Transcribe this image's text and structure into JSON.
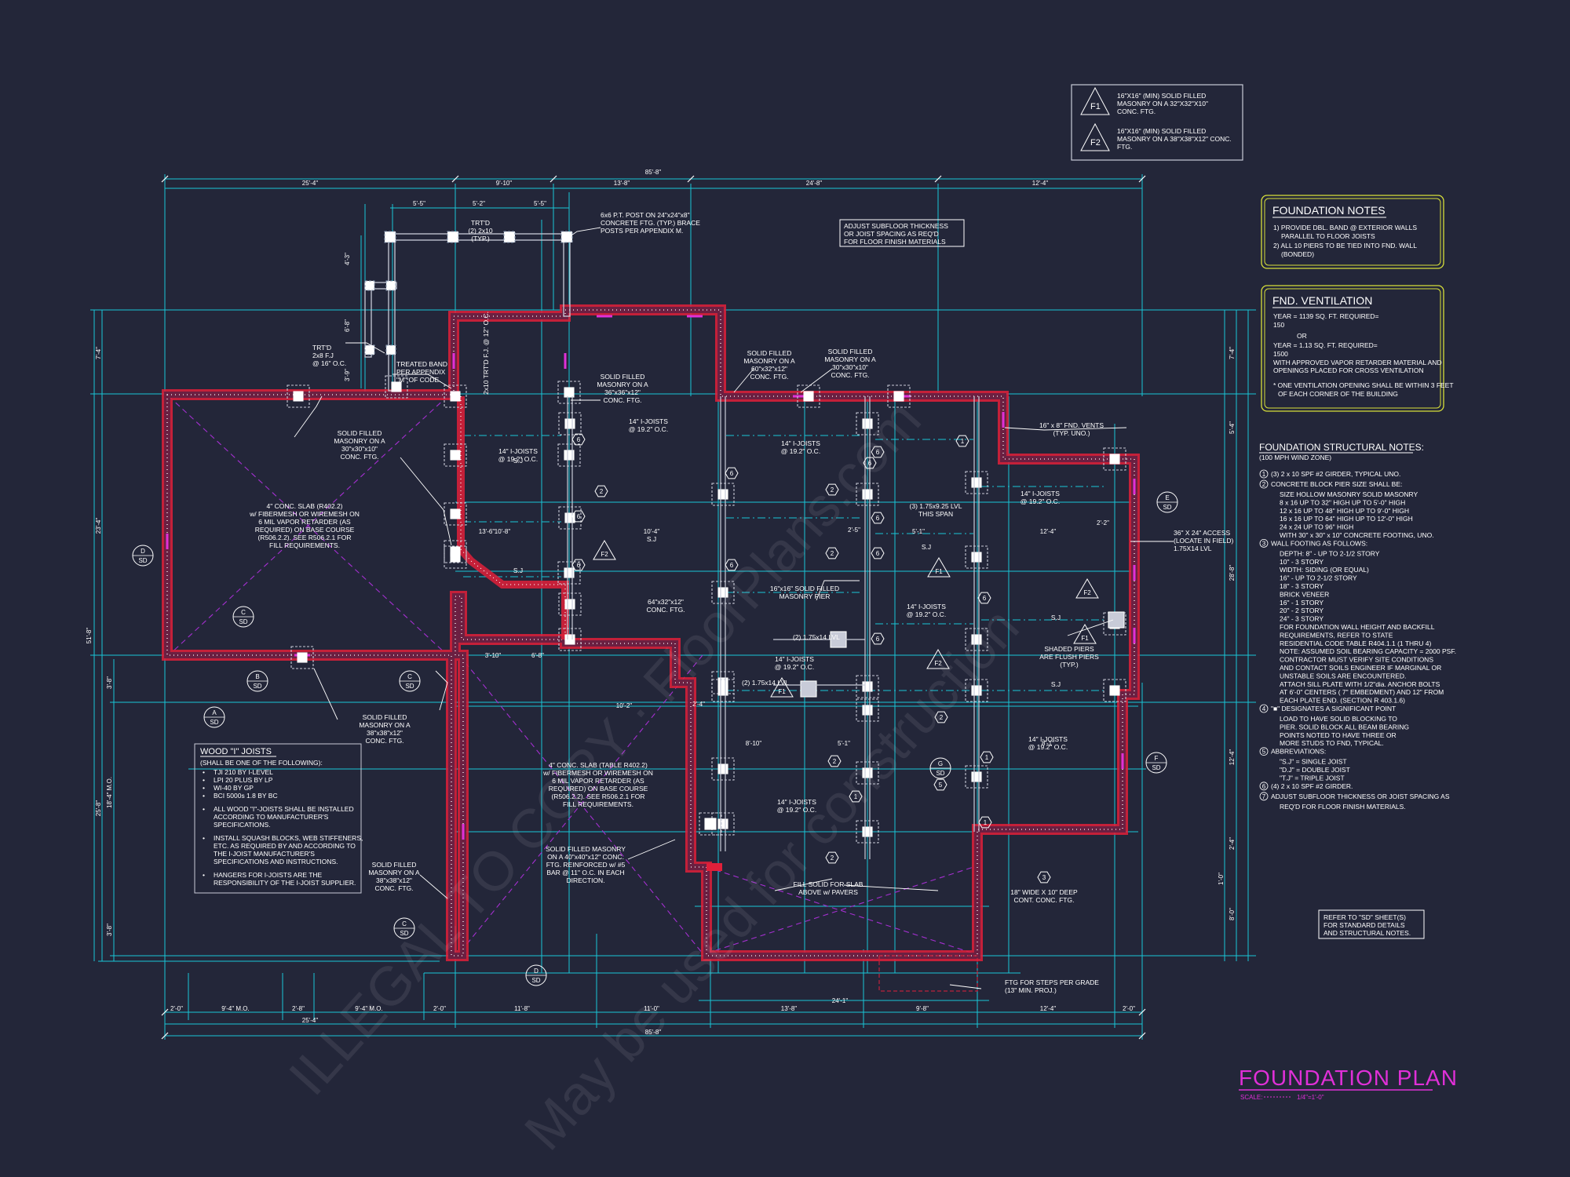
{
  "colors": {
    "background": "#232639",
    "dimension_lines": "#18c6d6",
    "foundation_walls": "#e0203a",
    "title": "#e030d8",
    "note_box_border": "#d8e03a",
    "text": "#ffffff"
  },
  "title": {
    "main": "FOUNDATION PLAN",
    "scale_label": "SCALE:",
    "scale_value": "1/4\"=1'-0\""
  },
  "footing_legend": [
    {
      "tag": "F1",
      "text_lines": [
        "16\"X16\" (MIN) SOLID FILLED",
        "MASONRY ON A 32\"X32\"X10\"",
        "CONC. FTG."
      ]
    },
    {
      "tag": "F2",
      "text_lines": [
        "16\"X16\" (MIN) SOLID FILLED",
        "MASONRY ON A 38\"X38\"X12\" CONC.",
        "FTG."
      ]
    }
  ],
  "foundation_notes": {
    "heading": "FOUNDATION NOTES",
    "lines": [
      "1) PROVIDE DBL. BAND @ EXTERIOR WALLS",
      "PARALLEL TO FLOOR JOISTS",
      "2) ALL 10 PIERS TO BE TIED INTO FND. WALL",
      "(BONDED)"
    ]
  },
  "fnd_ventilation": {
    "heading": "FND. VENTILATION",
    "lines": [
      "YEAR = 1139 SQ. FT. REQUIRED=",
      "150",
      "OR",
      "YEAR = 1.13 SQ. FT. REQUIRED=",
      "1500",
      "WITH APPROVED VAPOR RETARDER MATERIAL AND",
      "OPENINGS PLACED FOR CROSS VENTILATION",
      "* ONE VENTILATION OPENING SHALL BE WITHIN 3 FEET",
      "OF EACH CORNER OF THE BUILDING"
    ]
  },
  "structural_notes": {
    "heading": "FOUNDATION STRUCTURAL NOTES:",
    "subheading": "(100 MPH WIND ZONE)",
    "items": [
      [
        "1",
        "(3) 2 x 10 SPF #2 GIRDER, TYPICAL UNO."
      ],
      [
        "2",
        "CONCRETE BLOCK PIER SIZE SHALL BE:"
      ],
      [
        "",
        "SIZE    HOLLOW MASONRY    SOLID MASONRY"
      ],
      [
        "",
        "8 x 16    UP TO 32\" HIGH    UP TO 5'-0\" HIGH"
      ],
      [
        "",
        "12 x 16   UP TO 48\" HIGH    UP TO 9'-0\" HIGH"
      ],
      [
        "",
        "16 x 16   UP TO 64\" HIGH    UP TO 12'-0\" HIGH"
      ],
      [
        "",
        "24 x 24   UP TO 96\" HIGH"
      ],
      [
        "",
        "WITH 30\" x 30\" x 10\" CONCRETE FOOTING, UNO."
      ],
      [
        "3",
        "WALL FOOTING AS FOLLOWS:"
      ],
      [
        "",
        "DEPTH: 8\" - UP TO 2-1/2 STORY"
      ],
      [
        "",
        "10\" - 3 STORY"
      ],
      [
        "",
        "WIDTH: SIDING (OR EQUAL)"
      ],
      [
        "",
        "16\" - UP TO 2-1/2 STORY"
      ],
      [
        "",
        "18\" - 3 STORY"
      ],
      [
        "",
        "BRICK VENEER"
      ],
      [
        "",
        "16\" - 1 STORY"
      ],
      [
        "",
        "20\" - 2 STORY"
      ],
      [
        "",
        "24\" - 3 STORY"
      ],
      [
        "",
        "FOR FOUNDATION WALL HEIGHT AND BACKFILL"
      ],
      [
        "",
        "REQUIREMENTS, REFER TO STATE"
      ],
      [
        "",
        "RESIDENTIAL CODE TABLE R404.1.1 (1 THRU 4)"
      ],
      [
        "",
        "NOTE: ASSUMED SOIL BEARING CAPACITY = 2000 PSF."
      ],
      [
        "",
        "CONTRACTOR MUST VERIFY SITE CONDITIONS"
      ],
      [
        "",
        "AND CONTACT SOILS ENGINEER IF MARGINAL OR"
      ],
      [
        "",
        "UNSTABLE SOILS ARE ENCOUNTERED."
      ],
      [
        "",
        "ATTACH SILL PLATE WITH 1/2\"dia. ANCHOR BOLTS"
      ],
      [
        "",
        "AT 6'-0\" CENTERS ( 7\" EMBEDMENT) AND 12\" FROM"
      ],
      [
        "",
        "EACH PLATE END. (SECTION R 403.1.6)"
      ],
      [
        "4",
        "\"■\" DESIGNATES A SIGNIFICANT POINT"
      ],
      [
        "",
        "LOAD TO HAVE SOLID BLOCKING TO"
      ],
      [
        "",
        "PIER. SOLID BLOCK ALL BEAM BEARING"
      ],
      [
        "",
        "POINTS NOTED TO HAVE THREE OR"
      ],
      [
        "",
        "MORE STUDS TO FND, TYPICAL."
      ],
      [
        "5",
        "ABBREVIATIONS:"
      ],
      [
        "",
        "\"S.J\" = SINGLE JOIST"
      ],
      [
        "",
        "\"D.J\" = DOUBLE JOIST"
      ],
      [
        "",
        "\"T.J\" = TRIPLE JOIST"
      ],
      [
        "6",
        "(4) 2 x 10 SPF #2 GIRDER."
      ],
      [
        "7",
        "ADJUST SUBFLOOR THICKNESS OR JOIST SPACING AS"
      ],
      [
        "",
        "REQ'D FOR FLOOR FINISH MATERIALS."
      ]
    ]
  },
  "refer_note": [
    "REFER TO \"SD\" SHEET(S)",
    "FOR STANDARD DETAILS",
    "AND STRUCTURAL NOTES."
  ],
  "wood_joists": {
    "heading": "WOOD \"I\" JOISTS",
    "subheading": "(SHALL BE ONE OF THE FOLLOWING):",
    "bullets": [
      "TJI 210 BY I-LEVEL",
      "LPI 20 PLUS BY LP",
      "WI-40 BY GP",
      "BCI 5000s 1.8 BY BC"
    ],
    "notes": [
      [
        "ALL WOOD \"I\"-JOISTS SHALL BE INSTALLED",
        "ACCORDING TO MANUFACTURER'S",
        "SPECIFICATIONS."
      ],
      [
        "INSTALL SQUASH BLOCKS, WEB STIFFENERS,",
        "ETC. AS REQUIRED BY AND ACCORDING TO",
        "THE I-JOIST MANUFACTURER'S",
        "SPECIFICATIONS AND INSTRUCTIONS."
      ],
      [
        "HANGERS FOR I-JOISTS ARE THE",
        "RESPONSIBILITY OF THE I-JOIST SUPPLIER."
      ]
    ]
  },
  "dimensions": {
    "overall_top": "85'-8\"",
    "top_segments": [
      "25'-4\"",
      "9'-10\"",
      "13'-8\"",
      "24'-8\"",
      "12'-4\""
    ],
    "overall_bottom": "85'-8\"",
    "bottom_segments": [
      "2'-0\"",
      "9'-4\" M.O.",
      "2'-8\"",
      "9'-4\" M.O.",
      "2'-0\"",
      "11'-8\"",
      "11'-0\"",
      "13'-8\"",
      "9'-8\"",
      "12'-4\"",
      "2'-0\""
    ],
    "bottom_sub": [
      "25'-4\"",
      "24'-1\""
    ],
    "left": [
      "7'-4\"",
      "23'-4\"",
      "51'-8\"",
      "3'-8\"",
      "25'-8\"",
      "18'-4\" M.O.",
      "3'-8\""
    ],
    "right": [
      "7'-4\"",
      "5'-4\"",
      "28'-8\"",
      "12'-4\"",
      "2'-4\"",
      "1'-0\"",
      "8'-0\""
    ],
    "porch": [
      "5'-5\"",
      "5'-2\"",
      "5'-5\"",
      "4'-3\"",
      "6'-8\"",
      "3'-9\""
    ]
  },
  "labels": {
    "adjust_subfloor": [
      "ADJUST SUBFLOOR THICKNESS",
      "OR JOIST SPACING AS REQ'D",
      "FOR FLOOR FINISH MATERIALS"
    ],
    "post_note": [
      "6x6 P.T. POST ON 24\"x24\"x8\"",
      "CONCRETE FTG. (TYP.) BRACE",
      "POSTS PER APPENDIX M."
    ],
    "trtd_2x10": [
      "TRT'D",
      "(2) 2x10",
      "(TYP.)"
    ],
    "trtd_2x8": [
      "TRT'D",
      "2x8 F.J",
      "@ 16\" O.C."
    ],
    "trtd_2x10_fj": "2x10 TRT'D F.J. @ 12\" O.C.",
    "treated_band": [
      "TREATED BAND",
      "PER APPENDIX",
      "\"M\" OF CODE."
    ],
    "masonry_30": [
      "SOLID FILLED",
      "MASONRY ON A",
      "30\"x30\"x10\"",
      "CONC. FTG."
    ],
    "masonry_36": [
      "SOLID FILLED",
      "MASONRY ON A",
      "36\"x36\"x12\"",
      "CONC. FTG."
    ],
    "masonry_60": [
      "SOLID FILLED",
      "MASONRY ON A",
      "60\"x32\"x12\"",
      "CONC. FTG."
    ],
    "masonry_30b": [
      "SOLID FILLED",
      "MASONRY ON A",
      "30\"x30\"x10\"",
      "CONC. FTG."
    ],
    "slab_left": [
      "4\" CONC. SLAB (R402.2)",
      "w/ FIBERMESH OR WIREMESH ON",
      "6 MIL VAPOR RETARDER (AS",
      "REQUIRED) ON BASE COURSE",
      "(R506.2.2). SEE R506.2.1 FOR",
      "FILL REQUIREMENTS."
    ],
    "slab_center": [
      "4\" CONC. SLAB (TABLE R402.2)",
      "w/ FIBERMESH OR WIREMESH ON",
      "6 MIL VAPOR RETARDER (AS",
      "REQUIRED) ON BASE COURSE",
      "(R506.2.2). SEE R506.2.1 FOR",
      "FILL REQUIREMENTS."
    ],
    "masonry_38": [
      "SOLID FILLED",
      "MASONRY ON A",
      "38\"x38\"x12\"",
      "CONC. FTG."
    ],
    "masonry_38b": [
      "SOLID FILLED",
      "MASONRY ON A",
      "38\"x38\"x12\"",
      "CONC. FTG."
    ],
    "masonry_40": [
      "SOLID FILLED MASONRY",
      "ON A 40\"x40\"x12\" CONC.",
      "FTG. REINFORCED w/ #5",
      "BAR @ 11\" O.C. IN EACH",
      "DIRECTION."
    ],
    "joists_14_192a": [
      "14\" I-JOISTS",
      "@ 19.2\" O.C."
    ],
    "joists_14_192b": [
      "14\" I-JOISTS",
      "@ 19.2\" O.C."
    ],
    "joists_14_192c": [
      "14\" I-JOISTS",
      "@ 19.2\" O.C."
    ],
    "joists_14_192d": [
      "14\" I-JOISTS",
      "@ 19.2\" O.C."
    ],
    "joists_14_192e": [
      "14\" I-JOISTS",
      "@ 19.2\" O.C."
    ],
    "joists_14_192f": [
      "14\" I-JOISTS",
      "@ 19.2\" O.C."
    ],
    "joists_14_192g": [
      "14\" I-JOISTS",
      "@ 19.2\" O.C."
    ],
    "joists_14_192h": [
      "14\" I-JOISTS",
      "@ 19.2\" O.C."
    ],
    "lvl_span": [
      "(3) 1.75x9.25 LVL",
      "THIS SPAN"
    ],
    "pier_16": [
      "16\"x16\" SOLID FILLED",
      "MASONRY PIER"
    ],
    "ftg_64": [
      "64\"x32\"x12\"",
      "CONC. FTG."
    ],
    "lvl_2a": "(2) 1.75x14 LVL",
    "lvl_2b": "(2) 1.75x14 LVL",
    "vents": [
      "16\" x 8\" FND. VENTS",
      "(TYP. UNO.)"
    ],
    "access": [
      "36\" X 24\" ACCESS",
      "(LOCATE IN FIELD)",
      "1.75X14 LVL"
    ],
    "shaded_piers": [
      "SHADED PIERS",
      "ARE FLUSH PIERS",
      "(TYP.)"
    ],
    "fill_solid": [
      "FILL SOLID FOR SLAB",
      "ABOVE w/ PAVERS"
    ],
    "wide_footing": [
      "18\" WIDE X 10\" DEEP",
      "CONT. CONC. FTG."
    ],
    "steps": [
      "FTG FOR STEPS PER GRADE",
      "(13\" MIN. PROJ.)"
    ],
    "sj": "S.J",
    "inner_dims": [
      "13'-6\"",
      "10'-8\"",
      "10'-4\"",
      "2'-5\"",
      "5'-1\"",
      "12'-4\"",
      "8'-10\"",
      "5'-1\"",
      "8'-1\"",
      "2'-4\"",
      "10'-2\"",
      "3'-10\"",
      "6'-8\"",
      "2'-2\""
    ]
  },
  "section_markers": [
    {
      "letter": "D",
      "sheet": "SD"
    },
    {
      "letter": "C",
      "sheet": "SD"
    },
    {
      "letter": "B",
      "sheet": "SD"
    },
    {
      "letter": "C",
      "sheet": "SD"
    },
    {
      "letter": "A",
      "sheet": "SD"
    },
    {
      "letter": "C",
      "sheet": "SD"
    },
    {
      "letter": "D",
      "sheet": "SD"
    },
    {
      "letter": "E",
      "sheet": "SD"
    },
    {
      "letter": "F",
      "sheet": "SD"
    },
    {
      "letter": "G",
      "sheet": "SD"
    }
  ],
  "pier_tags": [
    "6",
    "2",
    "6",
    "6",
    "6",
    "2",
    "6",
    "6",
    "1",
    "2",
    "6",
    "6",
    "6",
    "2",
    "1",
    "2",
    "6",
    "6",
    "2",
    "1",
    "3",
    "1",
    "5"
  ],
  "footing_tags": [
    "F2",
    "F1",
    "F1",
    "F2",
    "F2",
    "F1"
  ]
}
